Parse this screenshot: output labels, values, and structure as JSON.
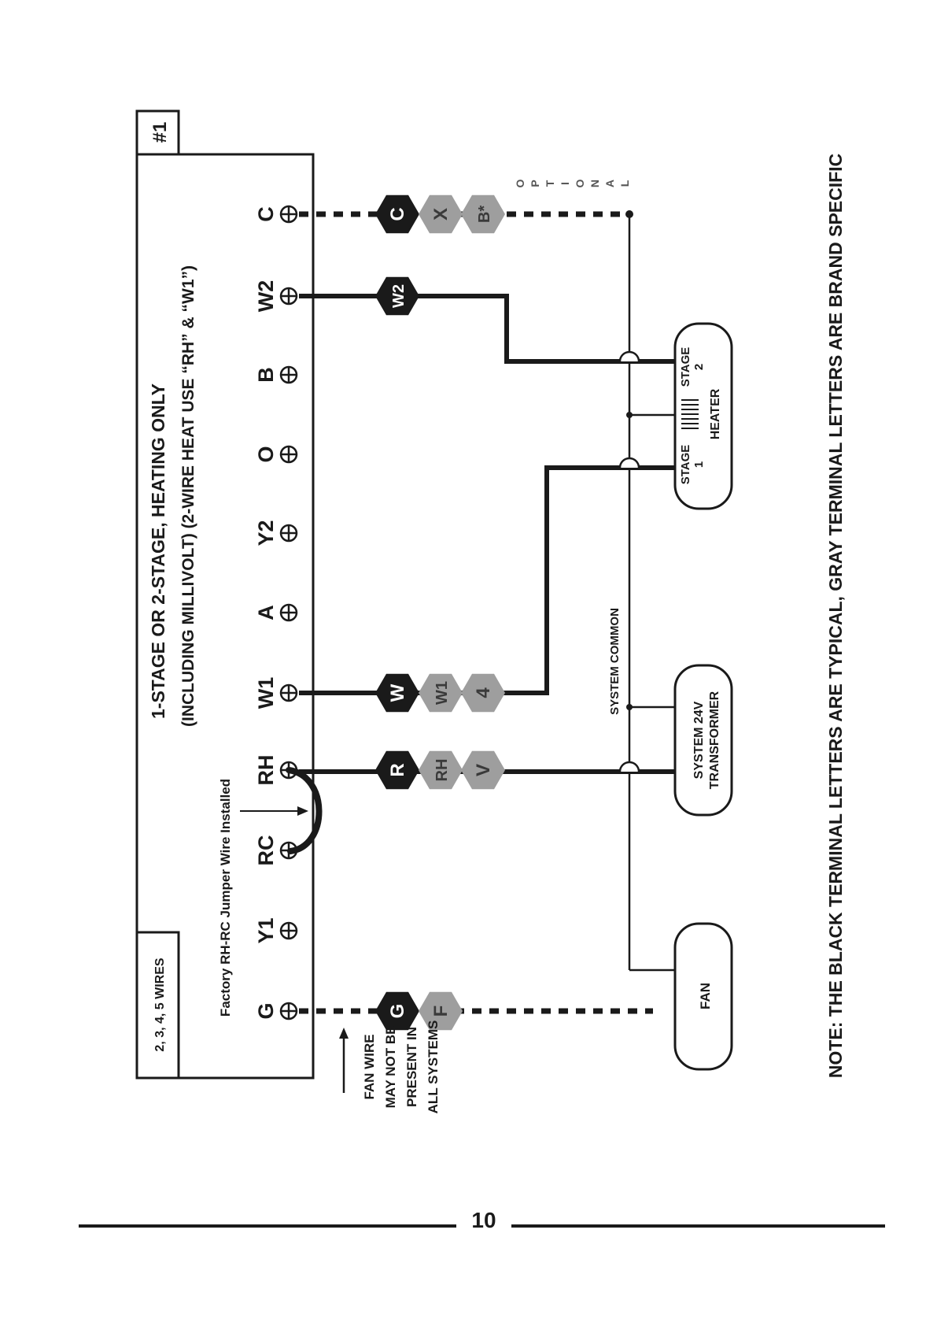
{
  "diagram": {
    "number_tab": "#1",
    "wires_tab": "2, 3, 4, 5 WIRES",
    "title_line1": "1-STAGE OR 2-STAGE, HEATING ONLY",
    "title_line2": "(INCLUDING MILLIVOLT)   (2-WIRE HEAT USE “RH” & “W1”)",
    "jumper_note": "Factory RH-RC Jumper Wire Installed",
    "terminals": [
      "G",
      "Y1",
      "RC",
      "RH",
      "W1",
      "A",
      "Y2",
      "O",
      "B",
      "W2",
      "C"
    ],
    "badges": {
      "G": [
        {
          "text": "G",
          "style": "black"
        },
        {
          "text": "F",
          "style": "gray"
        }
      ],
      "RH": [
        {
          "text": "R",
          "style": "black"
        },
        {
          "text": "RH",
          "style": "gray"
        },
        {
          "text": "V",
          "style": "gray"
        }
      ],
      "W1": [
        {
          "text": "W",
          "style": "black"
        },
        {
          "text": "W1",
          "style": "gray"
        },
        {
          "text": "4",
          "style": "gray"
        }
      ],
      "W2": [
        {
          "text": "W2",
          "style": "black"
        }
      ],
      "C": [
        {
          "text": "C",
          "style": "black"
        },
        {
          "text": "X",
          "style": "gray"
        },
        {
          "text": "B*",
          "style": "gray"
        }
      ]
    },
    "optional_label": "OPTIONAL",
    "fan_note": [
      "FAN WIRE",
      "MAY NOT BE",
      "PRESENT IN",
      "ALL SYSTEMS"
    ],
    "system_common": "SYSTEM COMMON",
    "components": {
      "fan": "FAN",
      "transformer": [
        "SYSTEM 24V",
        "TRANSFORMER"
      ],
      "heater": {
        "stage1": [
          "STAGE",
          "1"
        ],
        "stage2": [
          "STAGE",
          "2"
        ],
        "label": "HEATER"
      }
    },
    "note": "NOTE: THE BLACK TERMINAL LETTERS ARE TYPICAL, GRAY TERMINAL LETTERS ARE BRAND SPECIFIC"
  },
  "page_number": "10",
  "colors": {
    "ink": "#1a1a1a",
    "gray_badge": "#9e9e9e",
    "gray_text": "#555555"
  }
}
